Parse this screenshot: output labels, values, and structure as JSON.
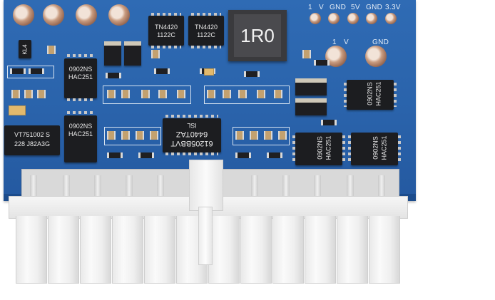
{
  "board": {
    "header_labels": {
      "l1": "1",
      "l2": "V",
      "l3": "GND",
      "l4": "5V",
      "l5": "GND",
      "l6": "3.3V"
    },
    "header_labels2": {
      "l1": "1",
      "l2": "V",
      "l3": "GND"
    },
    "inductor_marking": "1R0",
    "ics": [
      {
        "l1": "TN4420",
        "l2": "1122C"
      },
      {
        "l1": "TN4420",
        "l2": "1122C"
      },
      {
        "l1": "0902NS",
        "l2": "HAC251"
      },
      {
        "l1": "0902NS",
        "l2": "HAC251"
      },
      {
        "l1": "0902NS",
        "l2": "HAC251"
      },
      {
        "l1": "0902NS",
        "l2": "HAC251"
      },
      {
        "l1": "0902NS",
        "l2": "HAC251"
      }
    ],
    "controller": {
      "l1": "ISL",
      "l2": "6440TAZ",
      "l3": "61205BBVT"
    },
    "module_label": {
      "l1": "VT751002 S",
      "l2": "228 J82A3G"
    },
    "tiny_label": "KL4"
  }
}
